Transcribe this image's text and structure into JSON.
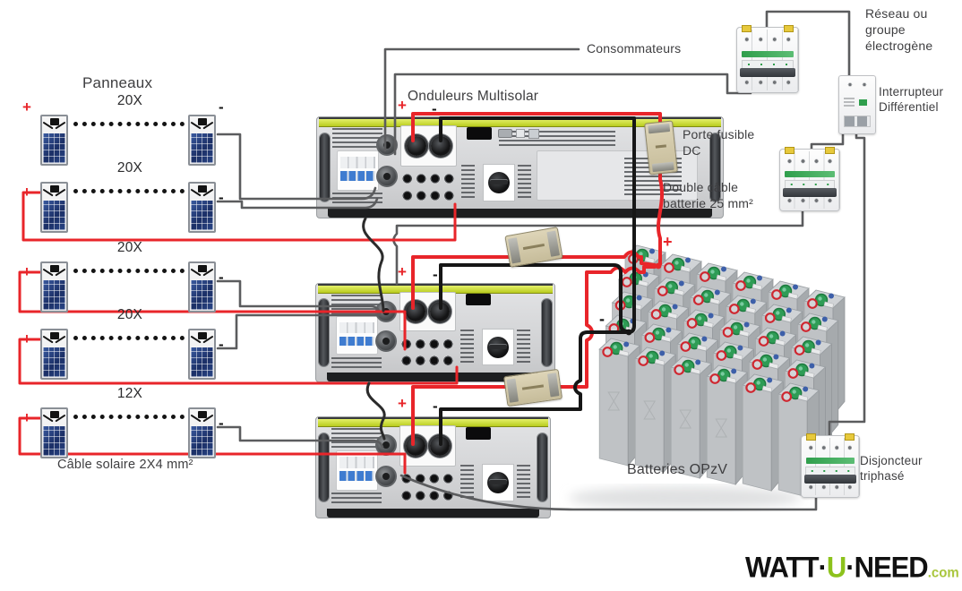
{
  "title_labels": {
    "panneaux": "Panneaux",
    "onduleurs": "Onduleurs Multisolar",
    "consommateurs": "Consommateurs",
    "batteries": "Batteries OPzV",
    "cable_solaire": "Câble solaire 2X4 mm²"
  },
  "reseau": {
    "line1": "Réseau ou",
    "line2": "groupe",
    "line3": " électrogène"
  },
  "interrupteur": {
    "line1": "Interrupteur",
    "line2": "Différentiel"
  },
  "porte_fusible": {
    "line1": "Porte fusible",
    "line2": "DC"
  },
  "double_cable": {
    "line1": "Double câble",
    "line2": "batterie 25 mm²"
  },
  "disjoncteur": {
    "line1": "Disjoncteur",
    "line2": "triphasé"
  },
  "pv_strings": [
    {
      "count": "20X",
      "plus": "+",
      "minus": "-"
    },
    {
      "count": "20X",
      "plus": "+",
      "minus": "-"
    },
    {
      "count": "20X",
      "plus": "+",
      "minus": "-"
    },
    {
      "count": "20X",
      "plus": "+",
      "minus": "-"
    },
    {
      "count": "12X",
      "plus": "+",
      "minus": "-"
    }
  ],
  "inverter_terminals": {
    "plus": "+",
    "minus": "-"
  },
  "battery_terminals": {
    "plus": "+",
    "minus": "-"
  },
  "logo": {
    "watt": "WATT",
    "dot1": "·",
    "u": "U",
    "dot2": "·",
    "need": "NEED",
    "tld": ".com"
  },
  "colors": {
    "wire_positive": "#e8252a",
    "wire_negative": "#161616",
    "wire_ac": "#5b5c5e",
    "inverter_stripe": "#c5d92f",
    "logo_green": "#8cc21c"
  }
}
